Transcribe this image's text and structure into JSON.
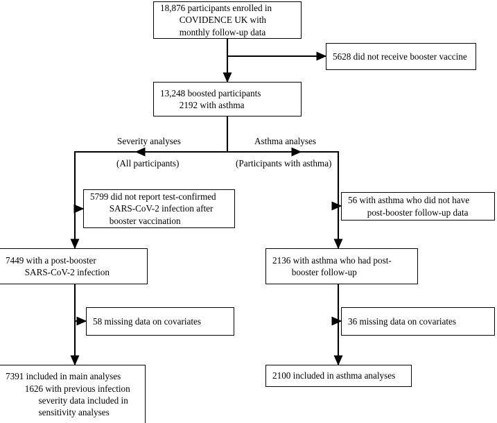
{
  "figure": {
    "type": "participant-flow-diagram",
    "title": "",
    "stroke_color": "#000000",
    "background_color": "#ffffff"
  },
  "nodes": {
    "enrolled": {
      "id": "n-enrolled",
      "lines": [
        "18,876 participants enrolled in",
        "COVIDENCE UK with",
        "monthly follow-up data"
      ],
      "count": 18876
    },
    "no_booster": {
      "id": "n-nobooster",
      "lines": [
        "5628 did not receive booster vaccine"
      ],
      "count": 5628
    },
    "boosted": {
      "id": "n-boosted",
      "lines": [
        "13,248 boosted participants",
        "2192 with asthma"
      ],
      "count": 13248,
      "with_asthma": 2192
    },
    "no_infection": {
      "id": "n-noinfect",
      "lines": [
        "5799 did not report test-confirmed",
        "SARS-CoV-2 infection after",
        "booster vaccination"
      ],
      "count": 5799
    },
    "no_followup": {
      "id": "n-noflwup",
      "lines": [
        "56 with asthma who did not have",
        "post-booster follow-up data"
      ],
      "count": 56
    },
    "post_booster_infection": {
      "id": "n-postboost",
      "lines": [
        "7449 with a post-booster",
        "SARS-CoV-2 infection"
      ],
      "count": 7449
    },
    "asthma_followup": {
      "id": "n-asthmaflw",
      "lines": [
        "2136 with asthma who had post-",
        "booster follow-up"
      ],
      "count": 2136
    },
    "missing_58": {
      "id": "n-miss58",
      "lines": [
        "58 missing data on covariates"
      ],
      "count": 58
    },
    "missing_36": {
      "id": "n-miss36",
      "lines": [
        "36 missing data on covariates"
      ],
      "count": 36
    },
    "main_analyses": {
      "id": "n-mainanal",
      "lines": [
        "7391 included in main analyses",
        "1626 with previous infection",
        "severity data included in",
        "sensitivity analyses"
      ],
      "count": 7391,
      "sensitivity_count": 1626
    },
    "asthma_analyses": {
      "id": "n-asthmaanal",
      "lines": [
        "2100 included in asthma analyses"
      ],
      "count": 2100
    }
  },
  "branch_labels": {
    "severity": "Severity analyses",
    "asthma": "Asthma analyses",
    "all_participants": "(All participants)",
    "participants_with_asthma": "(Participants with asthma)"
  }
}
